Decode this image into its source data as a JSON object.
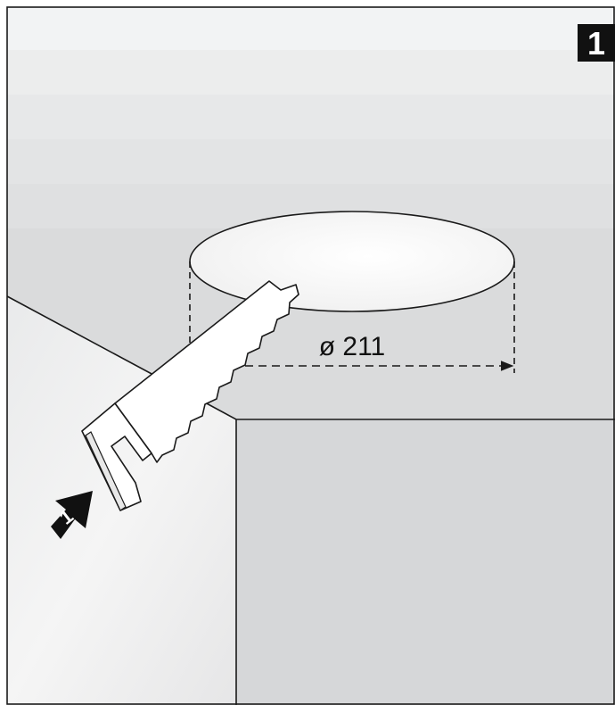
{
  "step_number": "1",
  "dimension_label": "ø 211",
  "detail_marker_label": "1",
  "colors": {
    "upper_band_light": "#f1f2f3",
    "upper_band_mid": "#e3e4e6",
    "worktop_gray": "#d9dadc",
    "front_panel_gray": "#d6d7d9",
    "side_panel_light": "#efefef",
    "cutout_hole": "#f7f7f7",
    "line": "#1a1a1a",
    "badge": "#111111"
  },
  "icons": {
    "tool": "jigsaw-blade-icon",
    "marker": "detail-arrow-icon"
  }
}
